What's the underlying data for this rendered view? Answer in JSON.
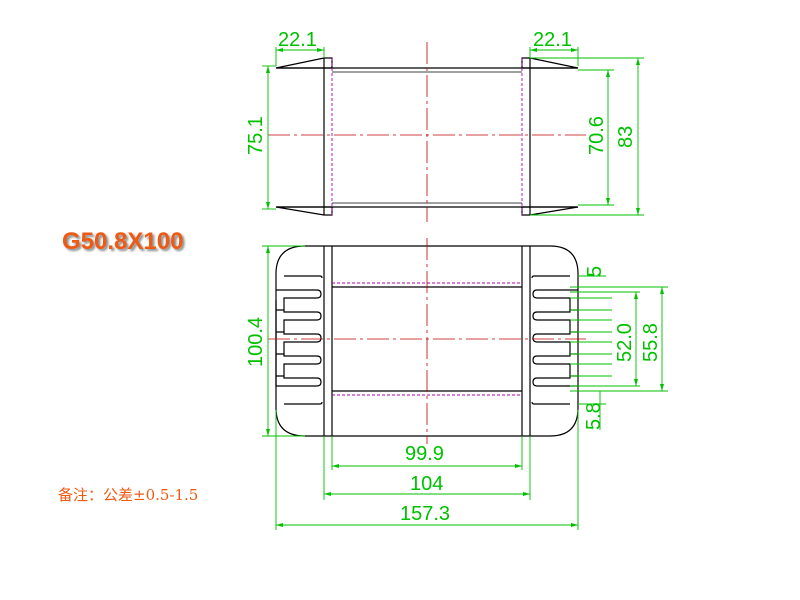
{
  "title": "G50.8X100",
  "note": "备注：公差±0.5-1.5",
  "dimensions": {
    "top_left_flange": "22.1",
    "top_right_flange": "22.1",
    "top_left_height": "75.1",
    "top_inner_height": "70.6",
    "top_outer_height": "83",
    "bottom_total_height": "100.4",
    "bottom_pin_gap": "5",
    "bottom_inner_height": "52.0",
    "bottom_pin_span": "55.8",
    "bottom_margin": "5.8",
    "width_inner": "99.9",
    "width_mid": "104",
    "width_total": "157.3"
  },
  "colors": {
    "outline": "#000000",
    "dimension": "#00c000",
    "centerline": "#c00000",
    "hidden": "#b000b0",
    "accent": "#ee5a14"
  }
}
